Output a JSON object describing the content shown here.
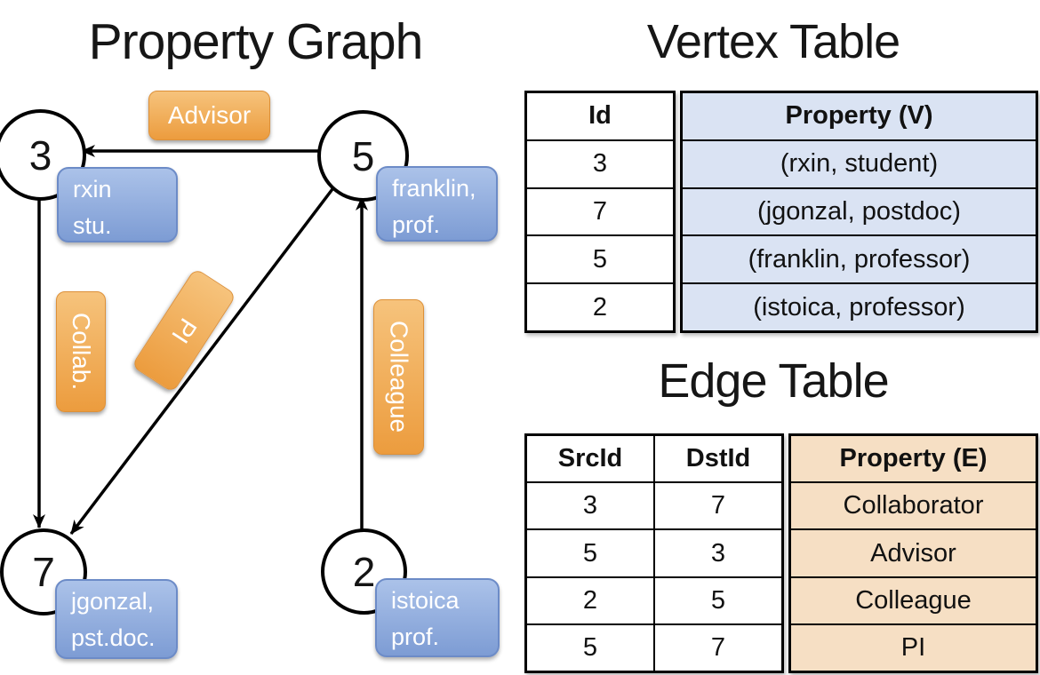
{
  "colors": {
    "edge_label_orange": "#EC9C3E",
    "vertex_prop_blue": "#7D9CD4",
    "vertex_table_column_bg": "#DAE3F3",
    "edge_table_column_bg": "#F6DFC4",
    "line_black": "#000000"
  },
  "graph": {
    "title": "Property Graph",
    "nodes": [
      {
        "id": "3",
        "prop_line1": "rxin",
        "prop_line2": "stu."
      },
      {
        "id": "5",
        "prop_line1": "franklin,",
        "prop_line2": "prof."
      },
      {
        "id": "7",
        "prop_line1": "jgonzal,",
        "prop_line2": "pst.doc."
      },
      {
        "id": "2",
        "prop_line1": "istoica",
        "prop_line2": "prof."
      }
    ],
    "edge_labels": [
      {
        "label": "Advisor"
      },
      {
        "label": "Collab."
      },
      {
        "label": "PI"
      },
      {
        "label": "Colleague"
      }
    ]
  },
  "vertex_table": {
    "title": "Vertex Table",
    "columns": {
      "id": "Id",
      "property": "Property (V)"
    },
    "rows": [
      {
        "id": "3",
        "property": "(rxin, student)"
      },
      {
        "id": "7",
        "property": "(jgonzal, postdoc)"
      },
      {
        "id": "5",
        "property": "(franklin, professor)"
      },
      {
        "id": "2",
        "property": "(istoica, professor)"
      }
    ]
  },
  "edge_table": {
    "title": "Edge Table",
    "columns": {
      "src": "SrcId",
      "dst": "DstId",
      "property": "Property (E)"
    },
    "rows": [
      {
        "src": "3",
        "dst": "7",
        "property": "Collaborator"
      },
      {
        "src": "5",
        "dst": "3",
        "property": "Advisor"
      },
      {
        "src": "2",
        "dst": "5",
        "property": "Colleague"
      },
      {
        "src": "5",
        "dst": "7",
        "property": "PI"
      }
    ]
  }
}
